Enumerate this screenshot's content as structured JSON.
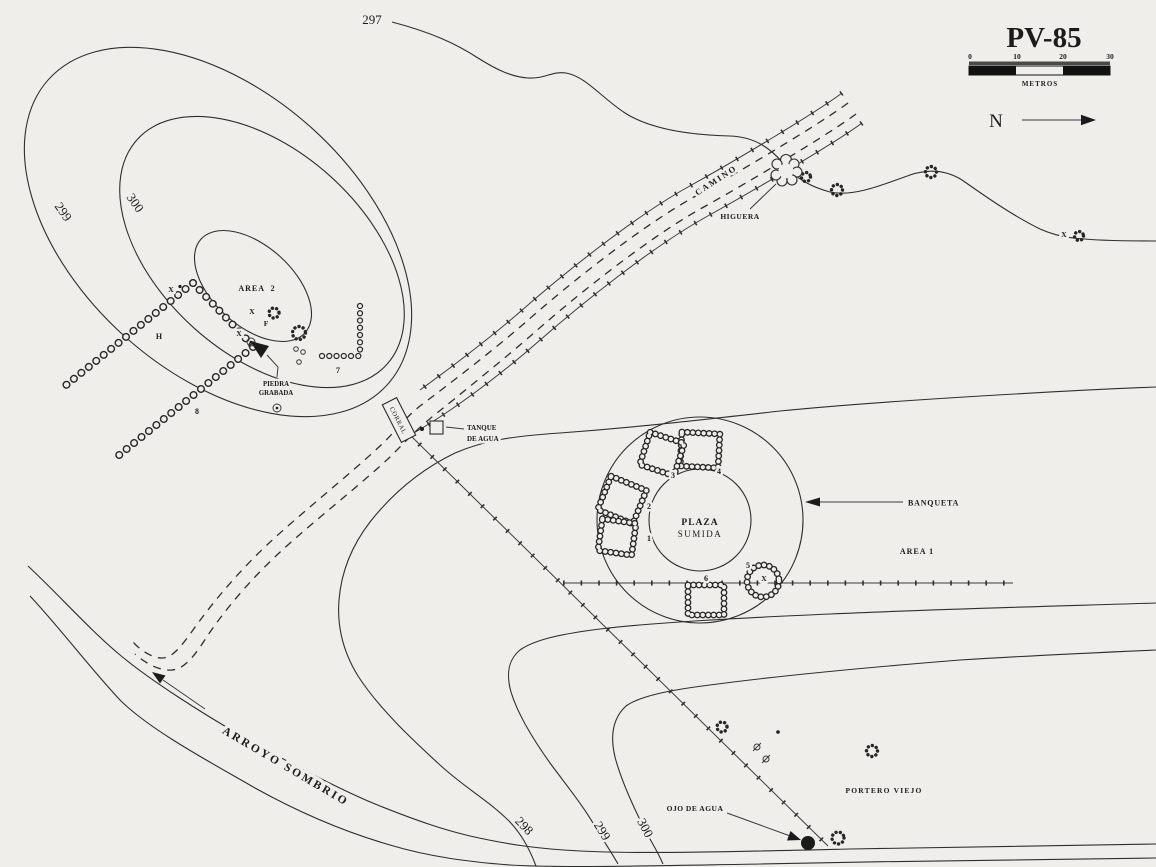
{
  "colors": {
    "background": "#efeeea",
    "ink": "#262626"
  },
  "title": "PV-85",
  "scale_bar": {
    "tick0": "0",
    "tick1": "10",
    "tick2": "20",
    "tick3": "30",
    "unit": "METROS"
  },
  "north": {
    "label": "N"
  },
  "contour_labels": {
    "top_297": "297",
    "mound_299": "299",
    "mound_300": "300",
    "bottom_298": "298",
    "bottom_299": "299",
    "bottom_300": "300"
  },
  "features": {
    "camino": "CAMINO",
    "higuera": "HIGUERA",
    "area_2": "AREA  2",
    "area_1": "AREA 1",
    "piedra_grabada_line1": "PIEDRA",
    "piedra_grabada_line2": "GRABADA",
    "corral": "CORRAL",
    "tanque_line1": "TANQUE",
    "tanque_line2": "DE AGUA",
    "plaza_line1": "PLAZA",
    "plaza_line2": "SUMIDA",
    "banqueta": "BANQUETA",
    "arroyo_sombrio": "ARROYO SOMBRIO",
    "ojo_de_agua": "OJO DE AGUA",
    "portero_viejo": "PORTERO VIEJO"
  },
  "structure_numbers": {
    "n1": "1",
    "n2": "2",
    "n3": "3",
    "n4": "4",
    "n5": "5",
    "n6": "6",
    "n7": "7",
    "n8": "8",
    "letter_h": "H"
  },
  "point_marks": {
    "x_wall_corner": "X",
    "x_area2_upper": "X",
    "x_area2_lower": "X",
    "letter_f": "F",
    "x_structure5": "X",
    "x_east_ridge": "X"
  }
}
